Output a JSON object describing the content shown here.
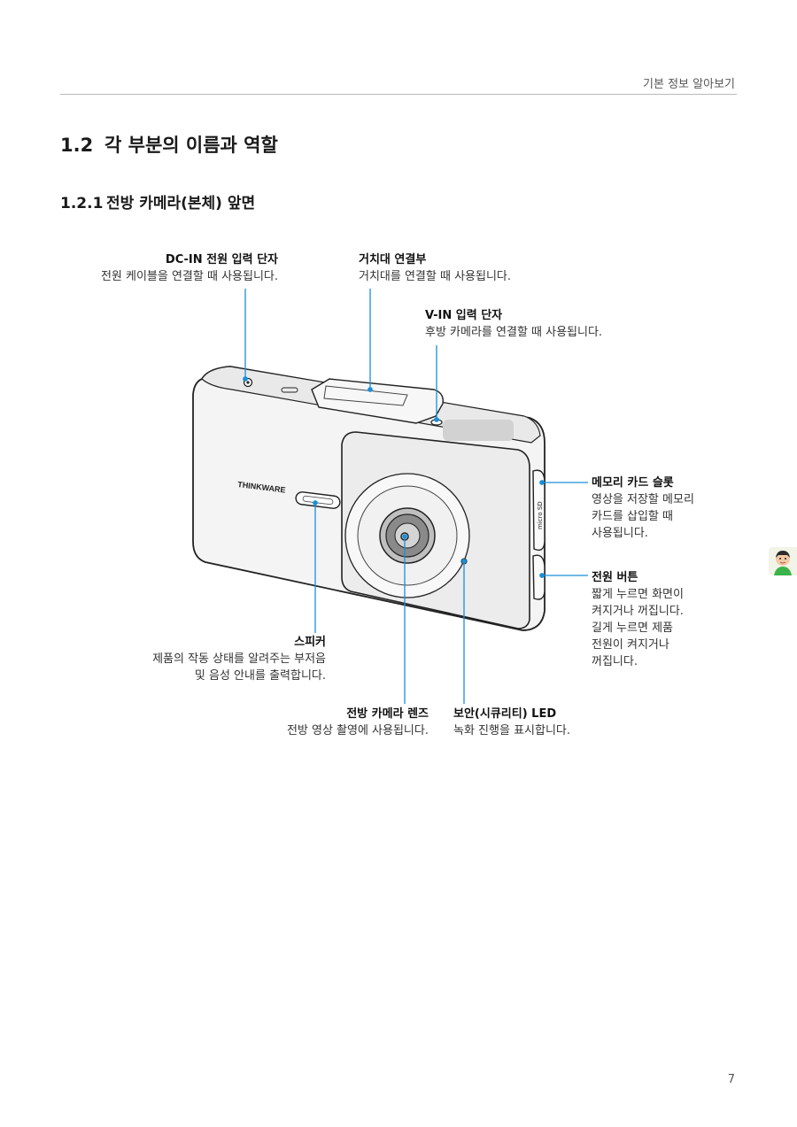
{
  "header": {
    "section_title": "기본 정보 알아보기"
  },
  "headings": {
    "h1_number": "1.2",
    "h1_text": "각 부분의 이름과 역할",
    "h2_number": "1.2.1",
    "h2_text": "전방 카메라(본체) 앞면"
  },
  "device_print": {
    "brand": "THINKWARE",
    "card_label": "micro SD"
  },
  "callouts": {
    "dc_in": {
      "title": "DC-IN 전원 입력 단자",
      "lines": [
        "전원 케이블을 연결할 때 사용됩니다."
      ]
    },
    "mount": {
      "title": "거치대 연결부",
      "lines": [
        "거치대를 연결할 때 사용됩니다."
      ]
    },
    "v_in": {
      "title": "V-IN 입력 단자",
      "lines": [
        "후방 카메라를 연결할 때 사용됩니다."
      ]
    },
    "memory_slot": {
      "title": "메모리 카드 슬롯",
      "lines": [
        "영상을 저장할 메모리",
        "카드를 삽입할 때",
        "사용됩니다."
      ]
    },
    "power_button": {
      "title": "전원 버튼",
      "lines": [
        "짧게 누르면 화면이",
        "켜지거나 꺼집니다.",
        "길게 누르면 제품",
        "전원이 켜지거나",
        "꺼집니다."
      ]
    },
    "speaker": {
      "title": "스피커",
      "lines": [
        "제품의 작동 상태를 알려주는 부저음",
        "및 음성 안내를 출력합니다."
      ]
    },
    "lens": {
      "title": "전방 카메라 렌즈",
      "lines": [
        "전방 영상 촬영에 사용됩니다."
      ]
    },
    "led": {
      "title": "보안(시큐리티) LED",
      "lines": [
        "녹화 진행을 표시합니다."
      ]
    }
  },
  "page_number": "7",
  "colors": {
    "callout_line": "#1a8fd8",
    "rule": "#b9b9b9"
  }
}
